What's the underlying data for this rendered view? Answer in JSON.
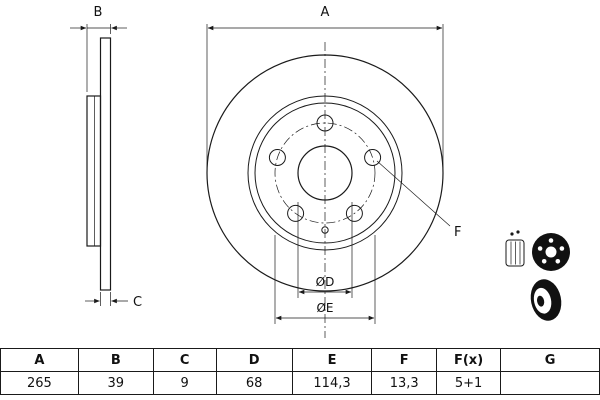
{
  "drawing": {
    "labels": {
      "a": "A",
      "b": "B",
      "c": "C",
      "d": "ØD",
      "e": "ØE",
      "f": "F"
    }
  },
  "table": {
    "headers": [
      "A",
      "B",
      "C",
      "D",
      "E",
      "F",
      "F(x)",
      "G"
    ],
    "values": [
      "265",
      "39",
      "9",
      "68",
      "114,3",
      "13,3",
      "5+1",
      ""
    ]
  },
  "icons": {
    "top": "hub-kit-with-drilled-disc-icon",
    "bottom": "angled-brake-disc-icon"
  },
  "colors": {
    "line": "#1a1a1a",
    "background": "#ffffff"
  }
}
